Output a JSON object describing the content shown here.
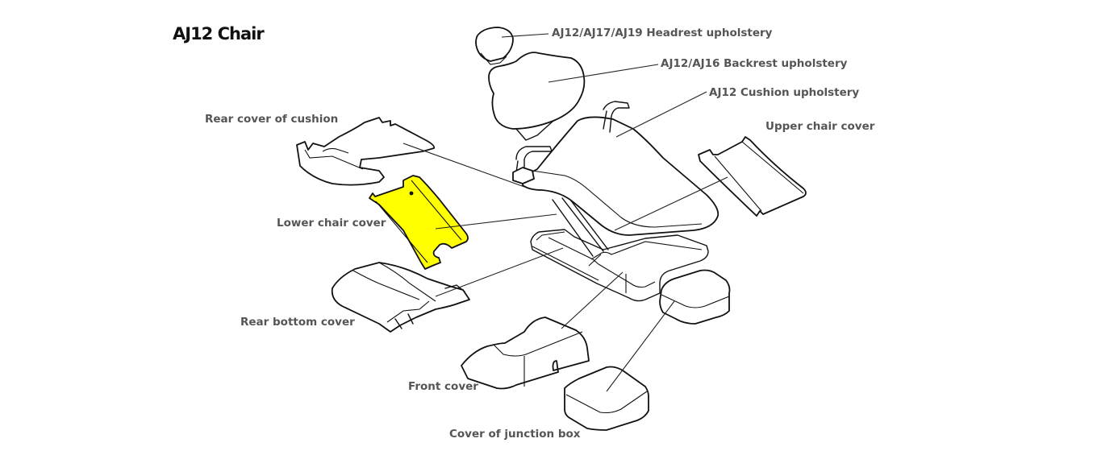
{
  "title": "AJ12 Chair",
  "highlight_color": "#ffff00",
  "line_color": "#111111",
  "label_color": "#555555",
  "parts": [
    {
      "id": "headrest",
      "label": "AJ12/AJ17/AJ19 Headrest upholstery"
    },
    {
      "id": "backrest",
      "label": "AJ12/AJ16 Backrest upholstery"
    },
    {
      "id": "cushion",
      "label": "AJ12 Cushion upholstery"
    },
    {
      "id": "upper-chair-cover",
      "label": "Upper chair cover"
    },
    {
      "id": "rear-cover-of-cushion",
      "label": "Rear cover of cushion"
    },
    {
      "id": "lower-chair-cover",
      "label": "Lower chair cover",
      "highlighted": true
    },
    {
      "id": "rear-bottom-cover",
      "label": "Rear bottom cover"
    },
    {
      "id": "front-cover",
      "label": "Front cover"
    },
    {
      "id": "cover-of-junction-box",
      "label": "Cover of junction box"
    }
  ]
}
